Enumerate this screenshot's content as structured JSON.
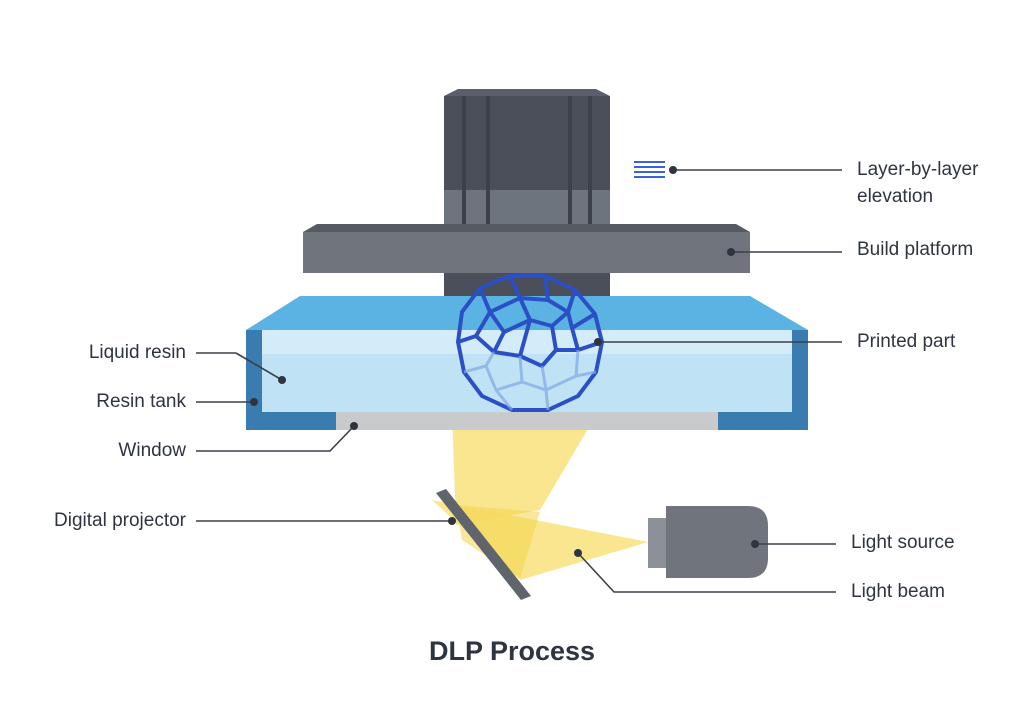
{
  "title": "DLP Process",
  "labels": {
    "layer_elevation_line1": "Layer-by-layer",
    "layer_elevation_line2": "elevation",
    "build_platform": "Build platform",
    "printed_part": "Printed part",
    "liquid_resin": "Liquid resin",
    "resin_tank": "Resin tank",
    "window": "Window",
    "digital_projector": "Digital projector",
    "light_source": "Light source",
    "light_beam": "Light beam"
  },
  "colors": {
    "motor_dark": "#4a4f5a",
    "platform_gray": "#6f747d",
    "tank_blue": "#3a7bb0",
    "resin_light": "#bfe3f4",
    "resin_top": "#5bb3e4",
    "window_gray": "#c9cacc",
    "part_blue": "#2b4fc4",
    "beam_yellow": "#f9e27a",
    "leader_line": "#3b4049"
  }
}
